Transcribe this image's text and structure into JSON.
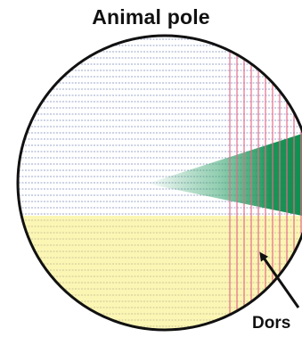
{
  "diagram": {
    "title": "Animal pole",
    "dorsal_label": "Dors",
    "colors": {
      "animal_stripe": "#9aa6c8",
      "vegetal_fill": "#fbf6b4",
      "vegetal_stripe": "#cdc79a",
      "dorsal_lines": "#e86a8a",
      "organizer_green": "#0f8f4f",
      "outline": "#111111",
      "arrow": "#111111"
    },
    "regions": [
      "animal-hemisphere",
      "vegetal-hemisphere",
      "dorsal-region",
      "organizer-gradient"
    ]
  }
}
